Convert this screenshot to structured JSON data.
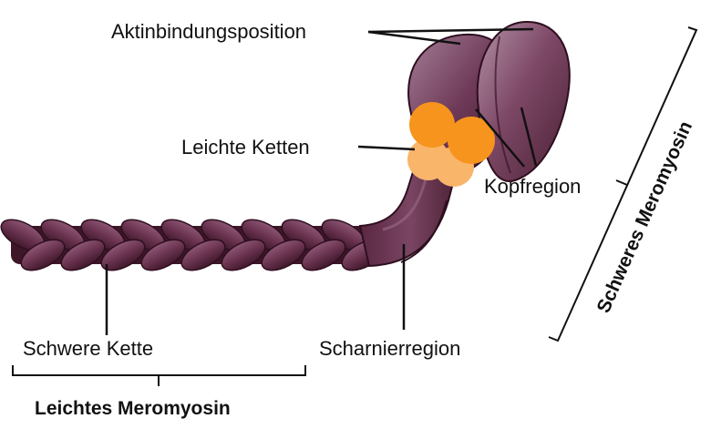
{
  "diagram": {
    "labels": {
      "actin_binding_site": "Aktinbindungsposition",
      "light_chains": "Leichte Ketten",
      "head_region": "Kopfregion",
      "heavy_chain": "Schwere Kette",
      "hinge_region": "Scharnierregion",
      "light_meromyosin": "Leichtes Meromyosin",
      "heavy_meromyosin": "Schweres Meromyosin"
    },
    "colors": {
      "myosin_dark": "#4a2034",
      "myosin_mid": "#6b3350",
      "myosin_light": "#8a5270",
      "head_highlight": "#a88098",
      "light_chain_orange": "#f7941d",
      "light_chain_peach": "#f9b56a",
      "line": "#111111"
    }
  }
}
